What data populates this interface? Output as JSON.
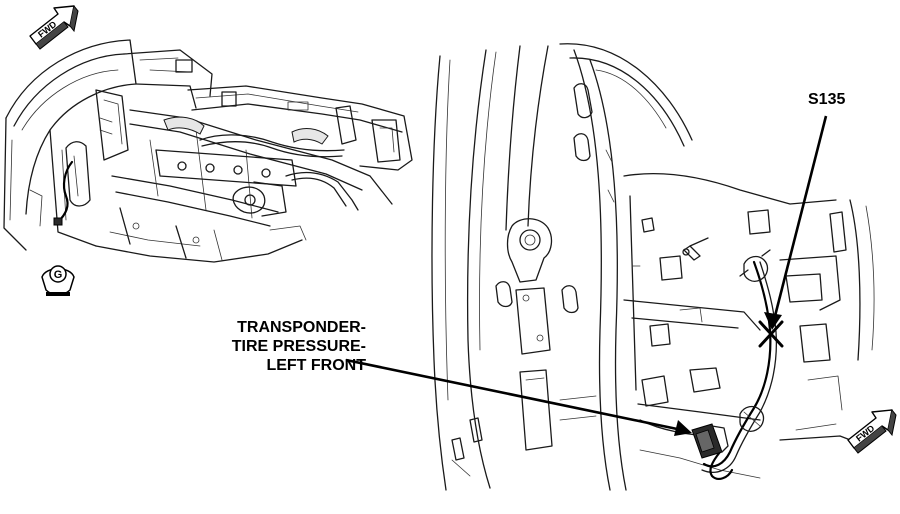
{
  "labels": {
    "splice": "S135",
    "transponder_line1": "TRANSPONDER-",
    "transponder_line2": "TIRE PRESSURE-",
    "transponder_line3": "LEFT FRONT",
    "fwd_top": "FWD",
    "fwd_bottom": "FWD",
    "view_marker": "G"
  }
}
